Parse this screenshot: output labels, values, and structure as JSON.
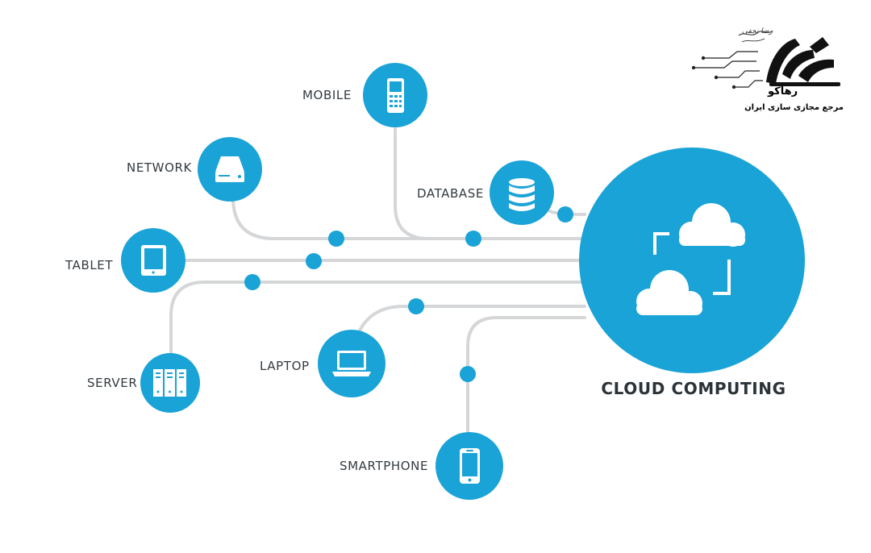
{
  "colors": {
    "accent": "#1aa3d7",
    "line": "#d4d6d8",
    "text": "#333a40",
    "icon": "#ffffff"
  },
  "hub": {
    "label": "CLOUD COMPUTING",
    "icon": "cloud-icon"
  },
  "nodes": [
    {
      "key": "mobile",
      "label": "MOBILE",
      "icon": "mobile-phone-icon"
    },
    {
      "key": "network",
      "label": "NETWORK",
      "icon": "network-drive-icon"
    },
    {
      "key": "database",
      "label": "DATABASE",
      "icon": "database-icon"
    },
    {
      "key": "tablet",
      "label": "TABLET",
      "icon": "tablet-icon"
    },
    {
      "key": "server",
      "label": "SERVER",
      "icon": "server-icon"
    },
    {
      "key": "laptop",
      "label": "LAPTOP",
      "icon": "laptop-icon"
    },
    {
      "key": "smartphone",
      "label": "SMARTPHONE",
      "icon": "smartphone-icon"
    }
  ],
  "logo": {
    "brand": "رهاکو",
    "tagline": "مرجع مجازی سازی ایران",
    "signature": "رضا نجفی"
  }
}
